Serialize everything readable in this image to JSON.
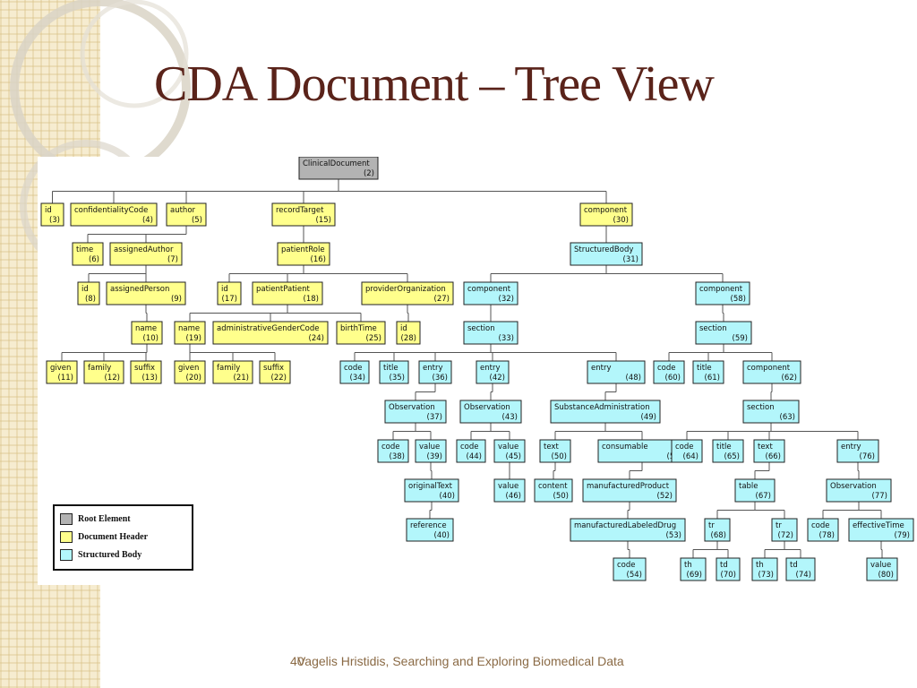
{
  "slide": {
    "title": "CDA Document – Tree View",
    "footer": "Vagelis Hristidis, Searching and Exploring Biomedical Data",
    "page_number": "40"
  },
  "colors": {
    "root": "#b3b3b3",
    "header": "#ffff8c",
    "body": "#b3f6fb",
    "title": "#5a231a",
    "footer": "#8a6a45"
  },
  "legend": [
    {
      "label": "Root Element",
      "type": "root"
    },
    {
      "label": "Document Header",
      "type": "header"
    },
    {
      "label": "Structured Body",
      "type": "body"
    }
  ],
  "nodes": [
    {
      "id": 2,
      "label": "ClinicalDocument",
      "num": "(2)",
      "type": "root"
    },
    {
      "id": 3,
      "label": "id",
      "num": "(3)",
      "type": "header",
      "parent": 2
    },
    {
      "id": 4,
      "label": "confidentialityCode",
      "num": "(4)",
      "type": "header",
      "parent": 2
    },
    {
      "id": 5,
      "label": "author",
      "num": "(5)",
      "type": "header",
      "parent": 2
    },
    {
      "id": 15,
      "label": "recordTarget",
      "num": "(15)",
      "type": "header",
      "parent": 2
    },
    {
      "id": 30,
      "label": "component",
      "num": "(30)",
      "type": "header",
      "parent": 2
    },
    {
      "id": 6,
      "label": "time",
      "num": "(6)",
      "type": "header",
      "parent": 5
    },
    {
      "id": 7,
      "label": "assignedAuthor",
      "num": "(7)",
      "type": "header",
      "parent": 5
    },
    {
      "id": 8,
      "label": "id",
      "num": "(8)",
      "type": "header",
      "parent": 7
    },
    {
      "id": 9,
      "label": "assignedPerson",
      "num": "(9)",
      "type": "header",
      "parent": 7
    },
    {
      "id": 10,
      "label": "name",
      "num": "(10)",
      "type": "header",
      "parent": 9
    },
    {
      "id": 11,
      "label": "given",
      "num": "(11)",
      "type": "header",
      "parent": 10
    },
    {
      "id": 12,
      "label": "family",
      "num": "(12)",
      "type": "header",
      "parent": 10
    },
    {
      "id": 13,
      "label": "suffix",
      "num": "(13)",
      "type": "header",
      "parent": 10
    },
    {
      "id": 16,
      "label": "patientRole",
      "num": "(16)",
      "type": "header",
      "parent": 15
    },
    {
      "id": 17,
      "label": "id",
      "num": "(17)",
      "type": "header",
      "parent": 16
    },
    {
      "id": 18,
      "label": "patientPatient",
      "num": "(18)",
      "type": "header",
      "parent": 16
    },
    {
      "id": 27,
      "label": "providerOrganization",
      "num": "(27)",
      "type": "header",
      "parent": 16
    },
    {
      "id": 19,
      "label": "name",
      "num": "(19)",
      "type": "header",
      "parent": 18
    },
    {
      "id": 24,
      "label": "administrativeGenderCode",
      "num": "(24)",
      "type": "header",
      "parent": 18
    },
    {
      "id": 25,
      "label": "birthTime",
      "num": "(25)",
      "type": "header",
      "parent": 18
    },
    {
      "id": 28,
      "label": "id",
      "num": "(28)",
      "type": "header",
      "parent": 27
    },
    {
      "id": 20,
      "label": "given",
      "num": "(20)",
      "type": "header",
      "parent": 19
    },
    {
      "id": 21,
      "label": "family",
      "num": "(21)",
      "type": "header",
      "parent": 19
    },
    {
      "id": 22,
      "label": "suffix",
      "num": "(22)",
      "type": "header",
      "parent": 19
    },
    {
      "id": 31,
      "label": "StructuredBody",
      "num": "(31)",
      "type": "body",
      "parent": 30
    },
    {
      "id": 32,
      "label": "component",
      "num": "(32)",
      "type": "body",
      "parent": 31
    },
    {
      "id": 58,
      "label": "component",
      "num": "(58)",
      "type": "body",
      "parent": 31
    },
    {
      "id": 33,
      "label": "section",
      "num": "(33)",
      "type": "body",
      "parent": 32
    },
    {
      "id": 34,
      "label": "code",
      "num": "(34)",
      "type": "body",
      "parent": 33
    },
    {
      "id": 35,
      "label": "title",
      "num": "(35)",
      "type": "body",
      "parent": 33
    },
    {
      "id": 36,
      "label": "entry",
      "num": "(36)",
      "type": "body",
      "parent": 33
    },
    {
      "id": 42,
      "label": "entry",
      "num": "(42)",
      "type": "body",
      "parent": 33
    },
    {
      "id": 48,
      "label": "entry",
      "num": "(48)",
      "type": "body",
      "parent": 33
    },
    {
      "id": 37,
      "label": "Observation",
      "num": "(37)",
      "type": "body",
      "parent": 36
    },
    {
      "id": 38,
      "label": "code",
      "num": "(38)",
      "type": "body",
      "parent": 37
    },
    {
      "id": 39,
      "label": "value",
      "num": "(39)",
      "type": "body",
      "parent": 37
    },
    {
      "id": 40,
      "label": "originalText",
      "num": "(40)",
      "type": "body",
      "parent": 39
    },
    {
      "id": 41,
      "label": "reference",
      "num": "(40)",
      "type": "body",
      "parent": 40
    },
    {
      "id": 43,
      "label": "Observation",
      "num": "(43)",
      "type": "body",
      "parent": 42
    },
    {
      "id": 44,
      "label": "code",
      "num": "(44)",
      "type": "body",
      "parent": 43
    },
    {
      "id": 45,
      "label": "value",
      "num": "(45)",
      "type": "body",
      "parent": 43
    },
    {
      "id": 46,
      "label": "value",
      "num": "(46)",
      "type": "body",
      "parent": 45
    },
    {
      "id": 49,
      "label": "SubstanceAdministration",
      "num": "(49)",
      "type": "body",
      "parent": 48
    },
    {
      "id": 50,
      "label": "text",
      "num": "(50)",
      "type": "body",
      "parent": 49
    },
    {
      "id": 51,
      "label": "consumable",
      "num": "(51)",
      "type": "body",
      "parent": 49
    },
    {
      "id": 500,
      "label": "content",
      "num": "(50)",
      "type": "body",
      "parent": 50
    },
    {
      "id": 52,
      "label": "manufacturedProduct",
      "num": "(52)",
      "type": "body",
      "parent": 51
    },
    {
      "id": 53,
      "label": "manufacturedLabeledDrug",
      "num": "(53)",
      "type": "body",
      "parent": 52
    },
    {
      "id": 54,
      "label": "code",
      "num": "(54)",
      "type": "body",
      "parent": 53
    },
    {
      "id": 59,
      "label": "section",
      "num": "(59)",
      "type": "body",
      "parent": 58
    },
    {
      "id": 60,
      "label": "code",
      "num": "(60)",
      "type": "body",
      "parent": 59
    },
    {
      "id": 61,
      "label": "title",
      "num": "(61)",
      "type": "body",
      "parent": 59
    },
    {
      "id": 62,
      "label": "component",
      "num": "(62)",
      "type": "body",
      "parent": 59
    },
    {
      "id": 63,
      "label": "section",
      "num": "(63)",
      "type": "body",
      "parent": 62
    },
    {
      "id": 64,
      "label": "code",
      "num": "(64)",
      "type": "body",
      "parent": 63
    },
    {
      "id": 65,
      "label": "title",
      "num": "(65)",
      "type": "body",
      "parent": 63
    },
    {
      "id": 66,
      "label": "text",
      "num": "(66)",
      "type": "body",
      "parent": 63
    },
    {
      "id": 76,
      "label": "entry",
      "num": "(76)",
      "type": "body",
      "parent": 63
    },
    {
      "id": 67,
      "label": "table",
      "num": "(67)",
      "type": "body",
      "parent": 66
    },
    {
      "id": 68,
      "label": "tr",
      "num": "(68)",
      "type": "body",
      "parent": 67
    },
    {
      "id": 72,
      "label": "tr",
      "num": "(72)",
      "type": "body",
      "parent": 67
    },
    {
      "id": 69,
      "label": "th",
      "num": "(69)",
      "type": "body",
      "parent": 68
    },
    {
      "id": 70,
      "label": "td",
      "num": "(70)",
      "type": "body",
      "parent": 68
    },
    {
      "id": 73,
      "label": "th",
      "num": "(73)",
      "type": "body",
      "parent": 72
    },
    {
      "id": 74,
      "label": "td",
      "num": "(74)",
      "type": "body",
      "parent": 72
    },
    {
      "id": 77,
      "label": "Observation",
      "num": "(77)",
      "type": "body",
      "parent": 76
    },
    {
      "id": 78,
      "label": "code",
      "num": "(78)",
      "type": "body",
      "parent": 77
    },
    {
      "id": 79,
      "label": "effectiveTime",
      "num": "(79)",
      "type": "body",
      "parent": 77
    },
    {
      "id": 80,
      "label": "value",
      "num": "(80)",
      "type": "body",
      "parent": 79
    }
  ]
}
